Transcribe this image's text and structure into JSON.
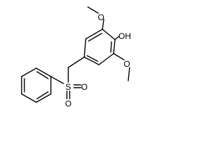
{
  "molecule": {
    "atoms": {
      "hydroxyl": "OH",
      "methoxy_top_oxygen": "O",
      "methoxy_bottom_oxygen": "O",
      "sulfur": "S",
      "sulfonyl_oxygen_right": "O",
      "sulfonyl_oxygen_bottom": "O"
    },
    "colors": {
      "bond": "#000000",
      "label": "#000000",
      "background": "#ffffff"
    }
  }
}
